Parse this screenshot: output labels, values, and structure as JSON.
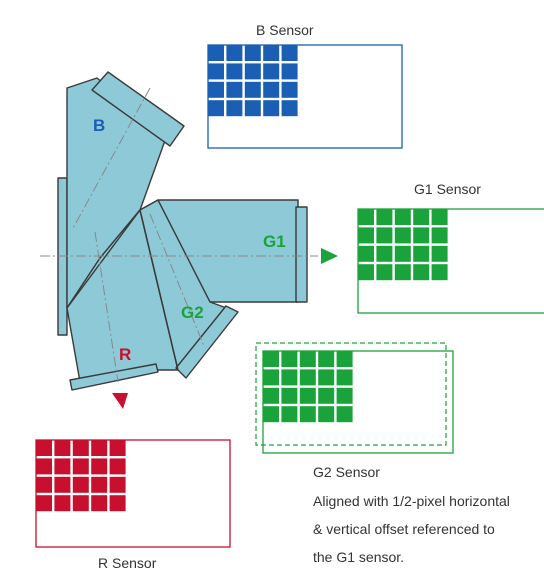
{
  "diagram": {
    "prism": {
      "channels": {
        "b": "B",
        "g1": "G1",
        "g2": "G2",
        "r": "R"
      }
    },
    "sensors": {
      "b": {
        "label": "B Sensor",
        "color": "#1a5fb4",
        "rows": 4,
        "cols": 5
      },
      "g1": {
        "label": "G1 Sensor",
        "color": "#1aa33a",
        "rows": 4,
        "cols": 5
      },
      "g2": {
        "label": "G2 Sensor",
        "color": "#1aa33a",
        "rows": 4,
        "cols": 5,
        "note": [
          "Aligned with 1/2-pixel horizontal",
          "& vertical offset referenced to",
          "the G1 sensor."
        ]
      },
      "r": {
        "label": "R Sensor",
        "color": "#c8102e",
        "rows": 4,
        "cols": 5
      }
    },
    "colors": {
      "prism_fill": "#8ec9d8",
      "prism_stroke": "#3a3a3a",
      "axis": "#888888"
    }
  }
}
